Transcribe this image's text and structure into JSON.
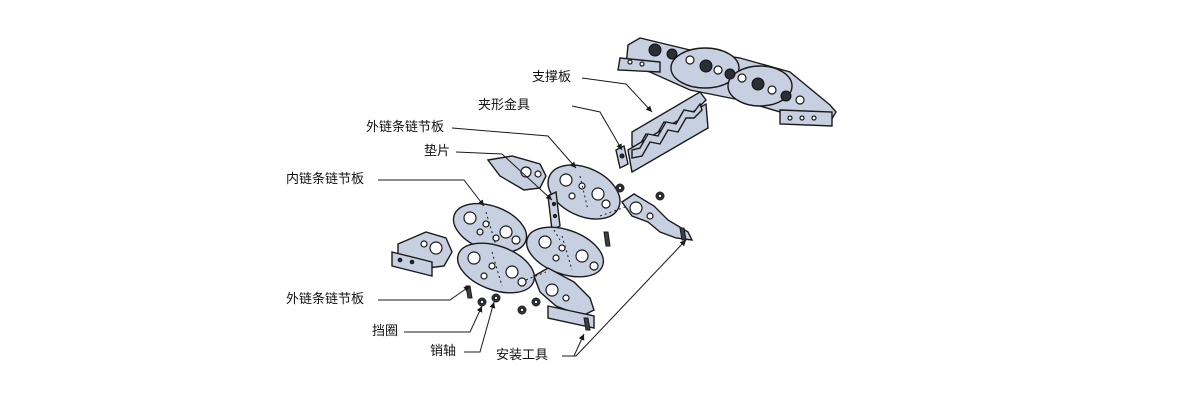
{
  "labels": {
    "support_plate": "支撑板",
    "clamp_fitting": "夹形金具",
    "outer_link_plate_top": "外链条链节板",
    "shim": "垫片",
    "inner_link_plate": "内链条链节板",
    "outer_link_plate_bottom": "外链条链节板",
    "retaining_ring": "挡圈",
    "pin": "销轴",
    "mounting_bracket": "安装工具"
  },
  "colors": {
    "plate_fill": "#c7d0e0",
    "outline": "#1a1a1a",
    "background": "#ffffff"
  }
}
